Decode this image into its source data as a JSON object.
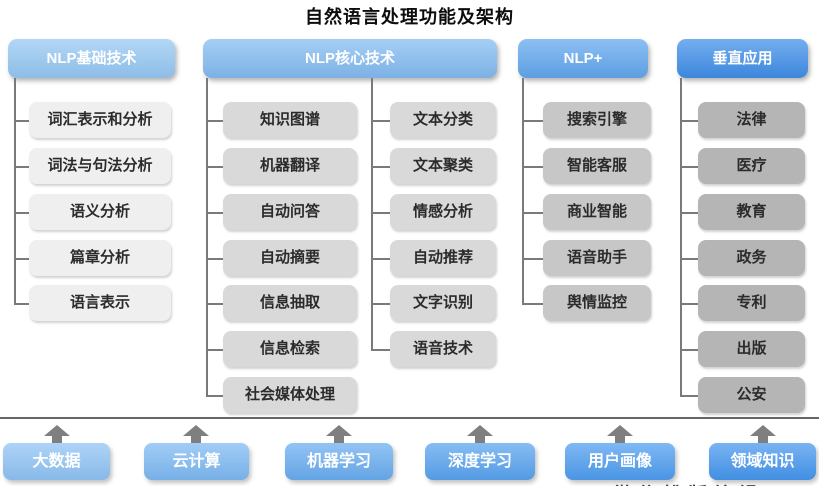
{
  "title": "自然语言处理功能及架构",
  "columns": [
    {
      "header": "NLP基础技术",
      "header_color": "#95c7f3",
      "item_color": "#efefef",
      "items": [
        "词汇表示和分析",
        "词法与句法分析",
        "语义分析",
        "篇章分析",
        "语言表示"
      ]
    },
    {
      "header": "NLP核心技术",
      "header_color": "#83bbf1",
      "item_color": "#d9d9d9",
      "items_left": [
        "知识图谱",
        "机器翻译",
        "自动问答",
        "自动摘要",
        "信息抽取",
        "信息检索",
        "社会媒体处理"
      ],
      "items_right": [
        "文本分类",
        "文本聚类",
        "情感分析",
        "自动推荐",
        "文字识别",
        "语音技术"
      ]
    },
    {
      "header": "NLP+",
      "header_color": "#61a7ee",
      "item_color": "#c7c7c7",
      "items": [
        "搜索引擎",
        "智能客服",
        "商业智能",
        "语音助手",
        "舆情监控"
      ]
    },
    {
      "header": "垂直应用",
      "header_color": "#3f8ee8",
      "item_color": "#b5b5b5",
      "items": [
        "法律",
        "医疗",
        "教育",
        "政务",
        "专利",
        "出版",
        "公安"
      ]
    }
  ],
  "foundation": {
    "boxes": [
      {
        "label": "大数据",
        "color": "#8fc3f4"
      },
      {
        "label": "云计算",
        "color": "#7db9f3"
      },
      {
        "label": "机器学习",
        "color": "#69adf1"
      },
      {
        "label": "深度学习",
        "color": "#58a3ef"
      },
      {
        "label": "用户画像",
        "color": "#4e9df0"
      },
      {
        "label": "领域知识",
        "color": "#4596ee"
      }
    ]
  },
  "watermark_partial": "微信排版编辑",
  "connector_color": "#7a7a7a",
  "arrow_color": "#7f7f7f"
}
